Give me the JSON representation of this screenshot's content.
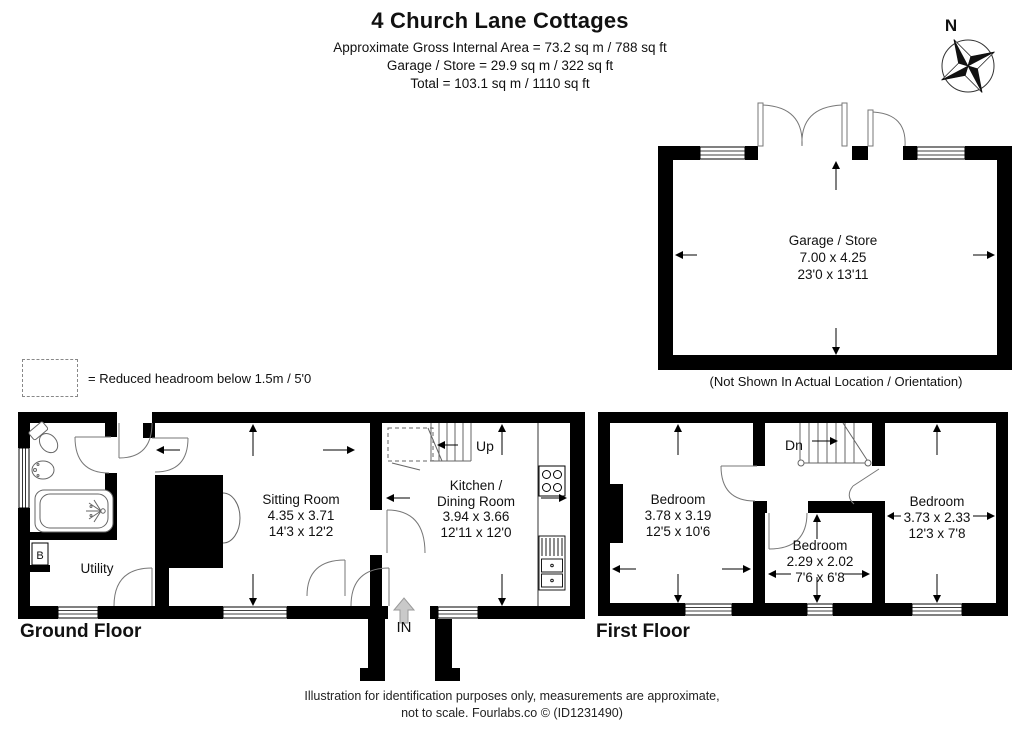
{
  "header": {
    "title": "4 Church Lane Cottages",
    "area_line1": "Approximate Gross Internal Area = 73.2 sq m / 788 sq ft",
    "area_line2": "Garage / Store = 29.9 sq m / 322 sq ft",
    "area_line3": "Total = 103.1 sq m / 1110 sq ft"
  },
  "compass": {
    "label": "N"
  },
  "legend": {
    "text": "= Reduced headroom below 1.5m / 5'0"
  },
  "garage": {
    "name": "Garage / Store",
    "size_metric": "7.00 x 4.25",
    "size_imperial": "23'0 x 13'11",
    "note": "(Not Shown In Actual Location / Orientation)"
  },
  "ground_floor": {
    "title": "Ground Floor",
    "sitting_room": {
      "name": "Sitting Room",
      "size_metric": "4.35 x 3.71",
      "size_imperial": "14'3 x 12'2"
    },
    "kitchen": {
      "name_line1": "Kitchen /",
      "name_line2": "Dining Room",
      "size_metric": "3.94 x 3.66",
      "size_imperial": "12'11 x 12'0"
    },
    "utility": {
      "name": "Utility"
    },
    "boiler_label": "B",
    "stairs_label": "Up",
    "entrance_label": "IN"
  },
  "first_floor": {
    "title": "First Floor",
    "bedroom1": {
      "name": "Bedroom",
      "size_metric": "3.78 x 3.19",
      "size_imperial": "12'5 x 10'6"
    },
    "bedroom2": {
      "name": "Bedroom",
      "size_metric": "2.29 x 2.02",
      "size_imperial": "7'6 x 6'8"
    },
    "bedroom3": {
      "name": "Bedroom",
      "size_metric": "3.73 x 2.33",
      "size_imperial": "12'3 x 7'8"
    },
    "stairs_label": "Dn"
  },
  "footer": {
    "line1": "Illustration for identification purposes only, measurements are approximate,",
    "line2": "not to scale. Fourlabs.co © (ID1231490)"
  }
}
